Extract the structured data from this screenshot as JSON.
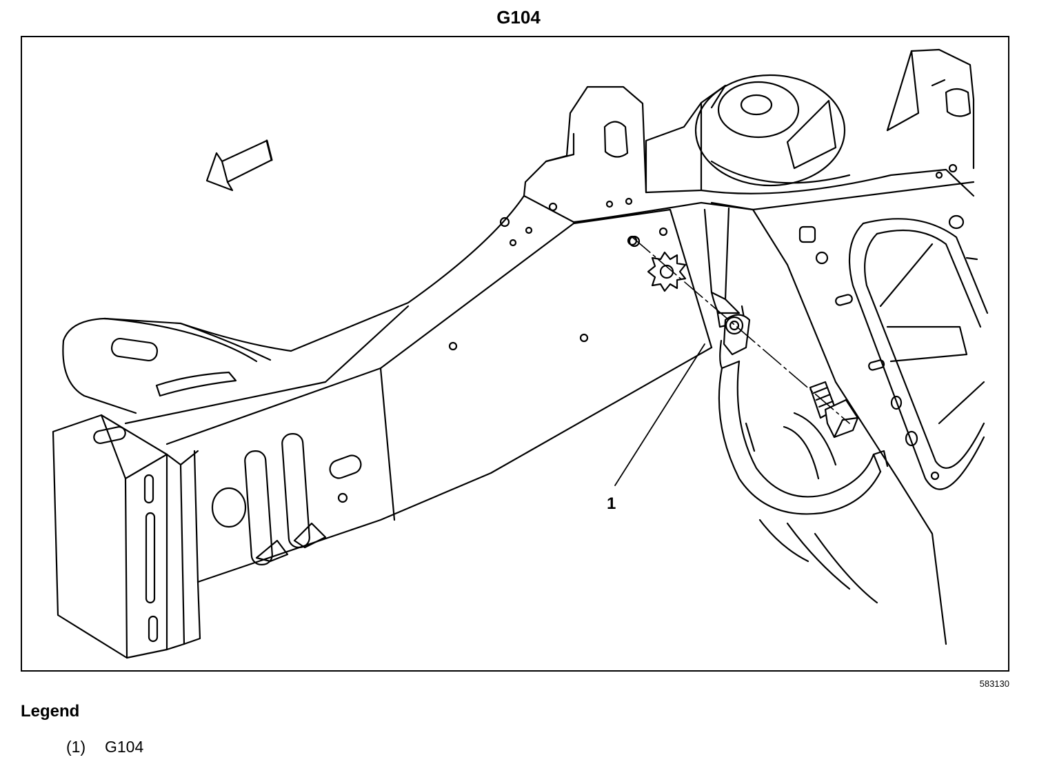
{
  "title": "G104",
  "figure_id": "583130",
  "callout_label": "1",
  "legend": {
    "heading": "Legend",
    "items": [
      {
        "number": "(1)",
        "text": "G104"
      }
    ]
  }
}
